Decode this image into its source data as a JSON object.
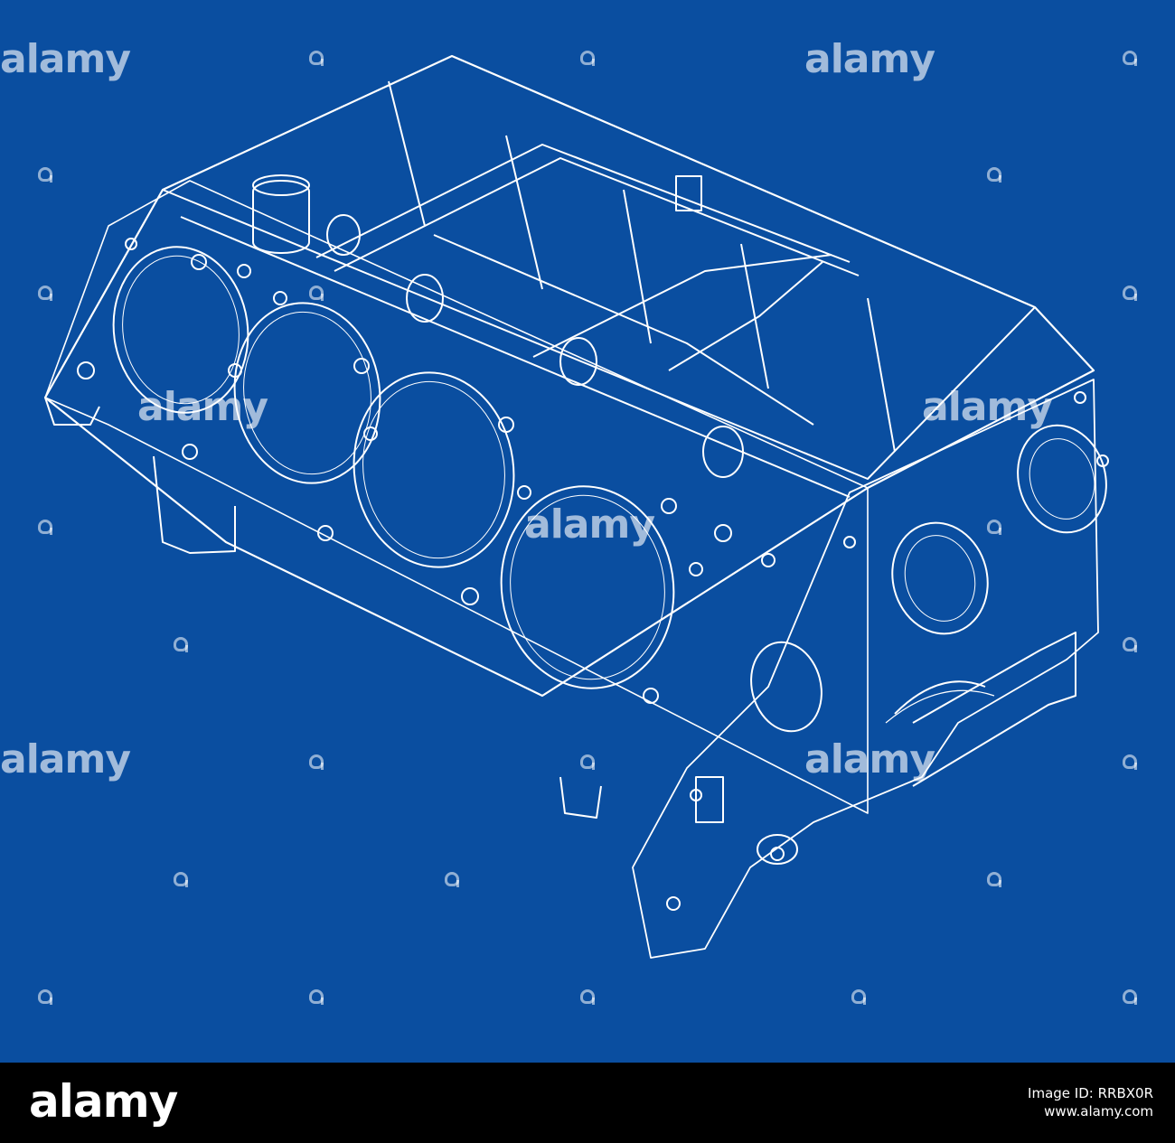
{
  "image": {
    "subject": "engine-block-wireframe",
    "background_color": "#0a4ea0",
    "line_color": "#ffffff"
  },
  "watermark": {
    "brand": "alamy"
  },
  "footer": {
    "logo": "alamy",
    "image_id_label": "Image ID:",
    "image_id": "RRBX0R",
    "site": "www.alamy.com"
  }
}
